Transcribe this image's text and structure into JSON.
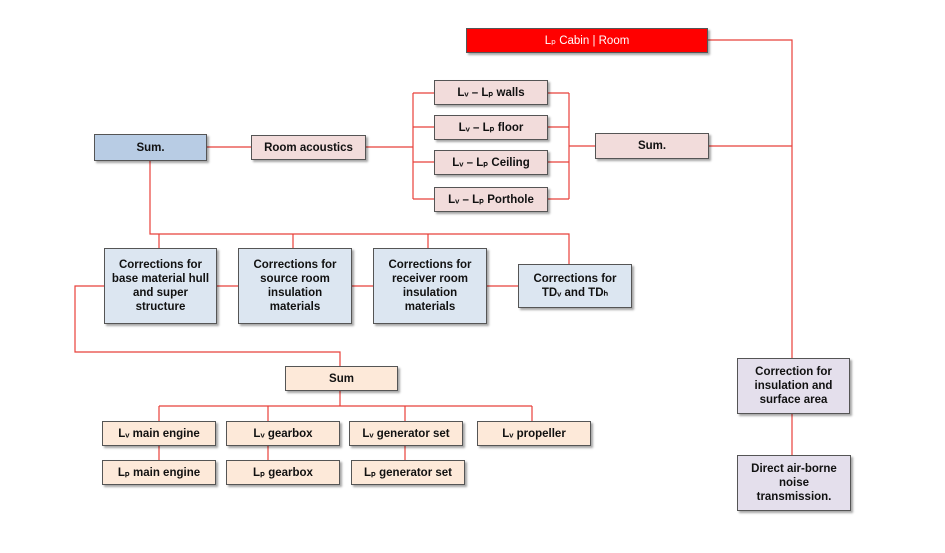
{
  "boxes": {
    "cabin_room": "Lₚ Cabin | Room",
    "lv_lp_walls": "Lᵥ – Lₚ walls",
    "lv_lp_floor": "Lᵥ – Lₚ floor",
    "lv_lp_ceiling": "Lᵥ – Lₚ Ceiling",
    "lv_lp_porthole": "Lᵥ – Lₚ Porthole",
    "sum_left": "Sum.",
    "room_acoustics": "Room acoustics",
    "sum_right": "Sum.",
    "corr_base": "Corrections for base material hull and super structure",
    "corr_source": "Corrections for source room insulation materials",
    "corr_receiver": "Corrections for receiver room insulation materials",
    "corr_td": "Corrections for TDᵥ and TDₕ",
    "sum_bottom": "Sum",
    "lv_main_engine": "Lᵥ main engine",
    "lv_gearbox": "Lᵥ gearbox",
    "lv_generator": "Lᵥ generator set",
    "lv_propeller": "Lᵥ propeller",
    "lp_main_engine": "Lₚ main engine",
    "lp_gearbox": "Lₚ gearbox",
    "lp_generator": "Lₚ generator set",
    "corr_insulation": "Correction for insulation and surface area",
    "direct_airborne": "Direct air-borne noise transmission."
  },
  "colors": {
    "connector": "#e8403a",
    "highlight": "#ff0000",
    "pink": "#f2dcdb",
    "light_blue": "#dce6f1",
    "blue": "#b8cce4",
    "peach": "#fde9d9",
    "lavender": "#e4dfec"
  }
}
